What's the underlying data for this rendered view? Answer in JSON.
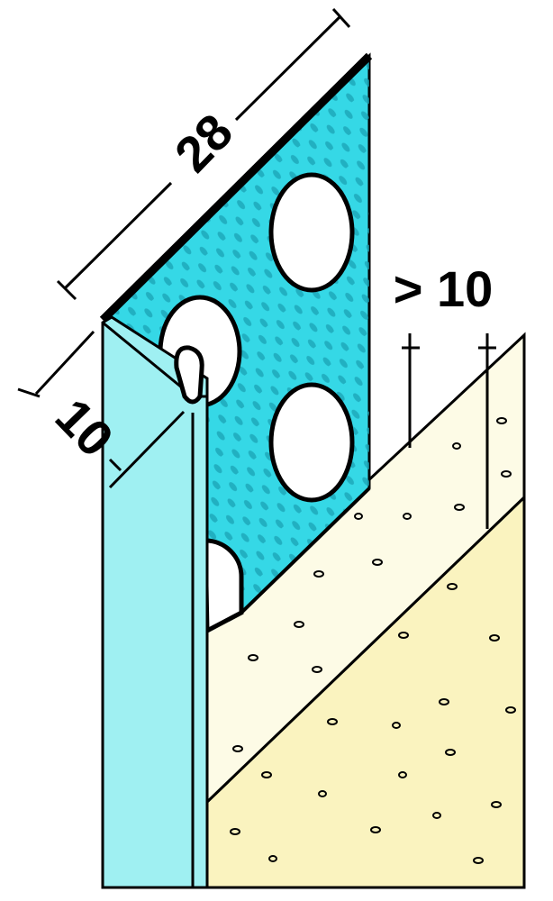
{
  "dimensions": {
    "width_label": "28",
    "leg_label": "10",
    "plaster_label": "> 10"
  },
  "colors": {
    "profile_flange": "#35d8e6",
    "profile_leg": "#9ff0f2",
    "plaster_outer": "#fdfbe6",
    "plaster_inner": "#faf3bf",
    "hole": "#ffffff",
    "outline": "#000000"
  }
}
